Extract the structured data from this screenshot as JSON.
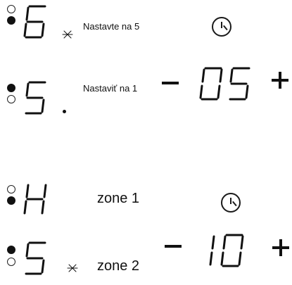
{
  "rows": [
    {
      "id": "row1",
      "top_indicator": "off",
      "bottom_indicator": "on",
      "digit": "6",
      "digit_blinking": true,
      "digit_dot": false,
      "label": "Nastavte na 5"
    },
    {
      "id": "row2",
      "top_indicator": "on",
      "bottom_indicator": "off",
      "digit": "5",
      "digit_blinking": false,
      "digit_dot": true,
      "label": "Nastaviť na 1",
      "timer_value": "05",
      "minus_label": "−",
      "plus_label": "+"
    },
    {
      "id": "row3",
      "top_indicator": "off",
      "bottom_indicator": "on",
      "digit": "H",
      "digit_blinking": false,
      "digit_dot": false,
      "label": "zone 1"
    },
    {
      "id": "row4",
      "top_indicator": "on",
      "bottom_indicator": "off",
      "digit": "5",
      "digit_blinking": true,
      "digit_dot": false,
      "label": "zone 2",
      "timer_value": "10",
      "minus_label": "−",
      "plus_label": "+"
    }
  ],
  "icons": {
    "clock": "clock-icon",
    "blink": "blink-star-icon",
    "minus": "minus-icon",
    "plus": "plus-icon"
  },
  "colors": {
    "ink": "#111111",
    "background": "#ffffff"
  }
}
